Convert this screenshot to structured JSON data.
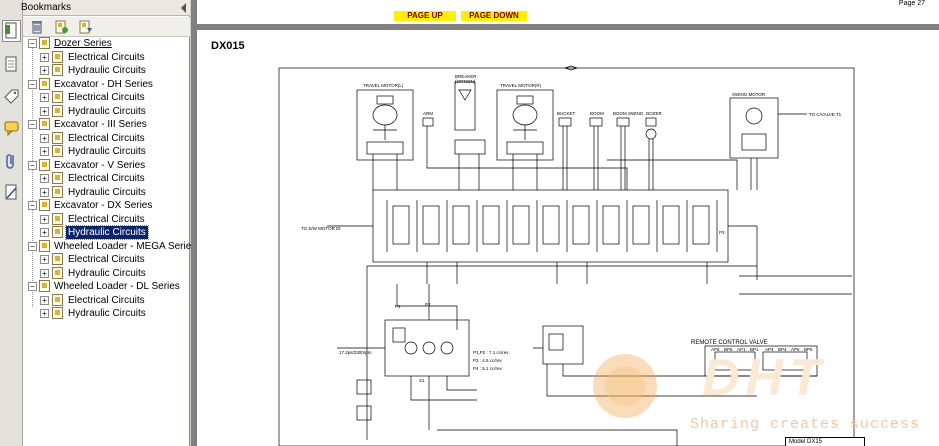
{
  "panel": {
    "title": "Bookmarks"
  },
  "toolbar_icons": [
    "delete-bookmark-icon",
    "new-bookmark-icon",
    "bookmark-options-icon"
  ],
  "rail_icons": [
    "pages-panel-icon",
    "document-icon",
    "tag-icon",
    "comment-icon",
    "attachment-icon",
    "signature-icon"
  ],
  "tree": [
    {
      "label": "Dozer Series",
      "children": [
        "Electrical Circuits",
        "Hydraulic Circuits"
      ]
    },
    {
      "label": "Excavator - DH Series",
      "children": [
        "Electrical Circuits",
        "Hydraulic Circuits"
      ]
    },
    {
      "label": "Excavator - III Series",
      "children": [
        "Electrical Circuits",
        "Hydraulic Circuits"
      ]
    },
    {
      "label": "Excavator - V Series",
      "children": [
        "Electrical Circuits",
        "Hydraulic Circuits"
      ]
    },
    {
      "label": "Excavator - DX Series",
      "children": [
        "Electrical Circuits",
        "Hydraulic Circuits"
      ]
    },
    {
      "label": "Wheeled Loader - MEGA Series",
      "children": [
        "Electrical Circuits",
        "Hydraulic Circuits"
      ]
    },
    {
      "label": "Wheeled Loader - DL Series",
      "children": [
        "Electrical Circuits",
        "Hydraulic Circuits"
      ]
    }
  ],
  "selected": "Excavator - DX Series / Hydraulic Circuits",
  "document": {
    "page_label": "Page 27",
    "page_up": "PAGE UP",
    "page_down": "PAGE DOWN",
    "model": "DX015",
    "title_block": "Model  DX15"
  },
  "schematic_labels": {
    "travel_l": "TRAVEL MOTOR(L)",
    "breaker": "BREAKER",
    "breaker_opt": "(OPTION)",
    "travel_r": "TRAVEL MOTOR(R)",
    "arm": "ARM",
    "bucket": "BUCKET",
    "boom": "BOOM",
    "boom_swing": "BOOM SWING",
    "dozer": "DOZER",
    "swing_motor": "SWING MOTOR",
    "to_cvalve": "TO C/VALVE T1",
    "to_sw_motor": "TO S/W MOTOR Dr",
    "remote_valve": "REMOTE CONTROL VALVE",
    "p1": "P1",
    "p2": "P2",
    "p3": "P3",
    "flow1": "P1,P2 : 7.1 cc/rev",
    "flow2": "P3 : 4.5 cc/rev",
    "flow3": "P4 : 5.1 cc/rev",
    "rpm": "17.2ps/2300rpm",
    "ap6": "AP6",
    "bp6": "BP6",
    "ap1": "AP1",
    "bp1": "BP1",
    "ap4": "AP4",
    "bp4": "BP4",
    "ap5": "AP5",
    "bp5": "BP5",
    "s1": "S1"
  },
  "watermark": {
    "slogan": "Sharing creates success",
    "logo": "DHT"
  },
  "colors": {
    "selection": "#0a246a",
    "nav_button": "#ffef00",
    "watermark_orange": "#f29a3a"
  }
}
